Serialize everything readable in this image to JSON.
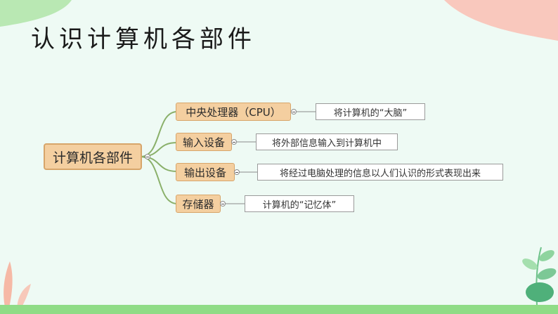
{
  "title": "认识计算机各部件",
  "mindmap": {
    "root": "计算机各部件",
    "branches": [
      {
        "label": "中央处理器（CPU）",
        "note": "将计算机的“大脑”"
      },
      {
        "label": "输入设备",
        "note": "将外部信息输入到计算机中"
      },
      {
        "label": "输出设备",
        "note": "将经过电脑处理的信息以人们认识的形式表现出来"
      },
      {
        "label": "存储器",
        "note": "计算机的“记忆体”"
      }
    ]
  },
  "colors": {
    "background": "#eefaf4",
    "node_fill": "#f4cfa0",
    "node_border": "#d7a56a",
    "connector": "#8ab06a",
    "corner_green": "#b9e8b3",
    "corner_pink": "#f9c8bd"
  },
  "icons": [
    "collapse-icon",
    "leaf-decoration-icon"
  ]
}
